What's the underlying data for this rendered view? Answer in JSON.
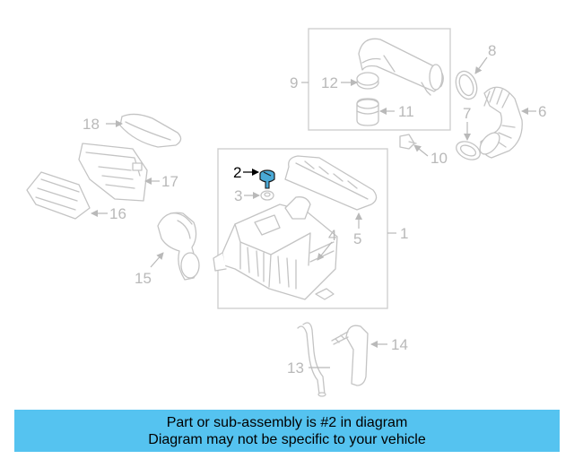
{
  "diagram": {
    "highlight_part": "2",
    "colors": {
      "line": "#c4c4c4",
      "label": "#b9b9b9",
      "highlight": "#000000",
      "part_2_fill": "#4aa9d6",
      "banner_bg": "#55c3f0"
    },
    "labels": {
      "p1": "1",
      "p2": "2",
      "p3": "3",
      "p4": "4",
      "p5": "5",
      "p6": "6",
      "p7": "7",
      "p8": "8",
      "p9": "9",
      "p10": "10",
      "p11": "11",
      "p12": "12",
      "p13": "13",
      "p14": "14",
      "p15": "15",
      "p16": "16",
      "p17": "17",
      "p18": "18"
    }
  },
  "banner": {
    "line1": "Part or sub-assembly is #2 in diagram",
    "line2": "Diagram may not be specific to your vehicle"
  }
}
